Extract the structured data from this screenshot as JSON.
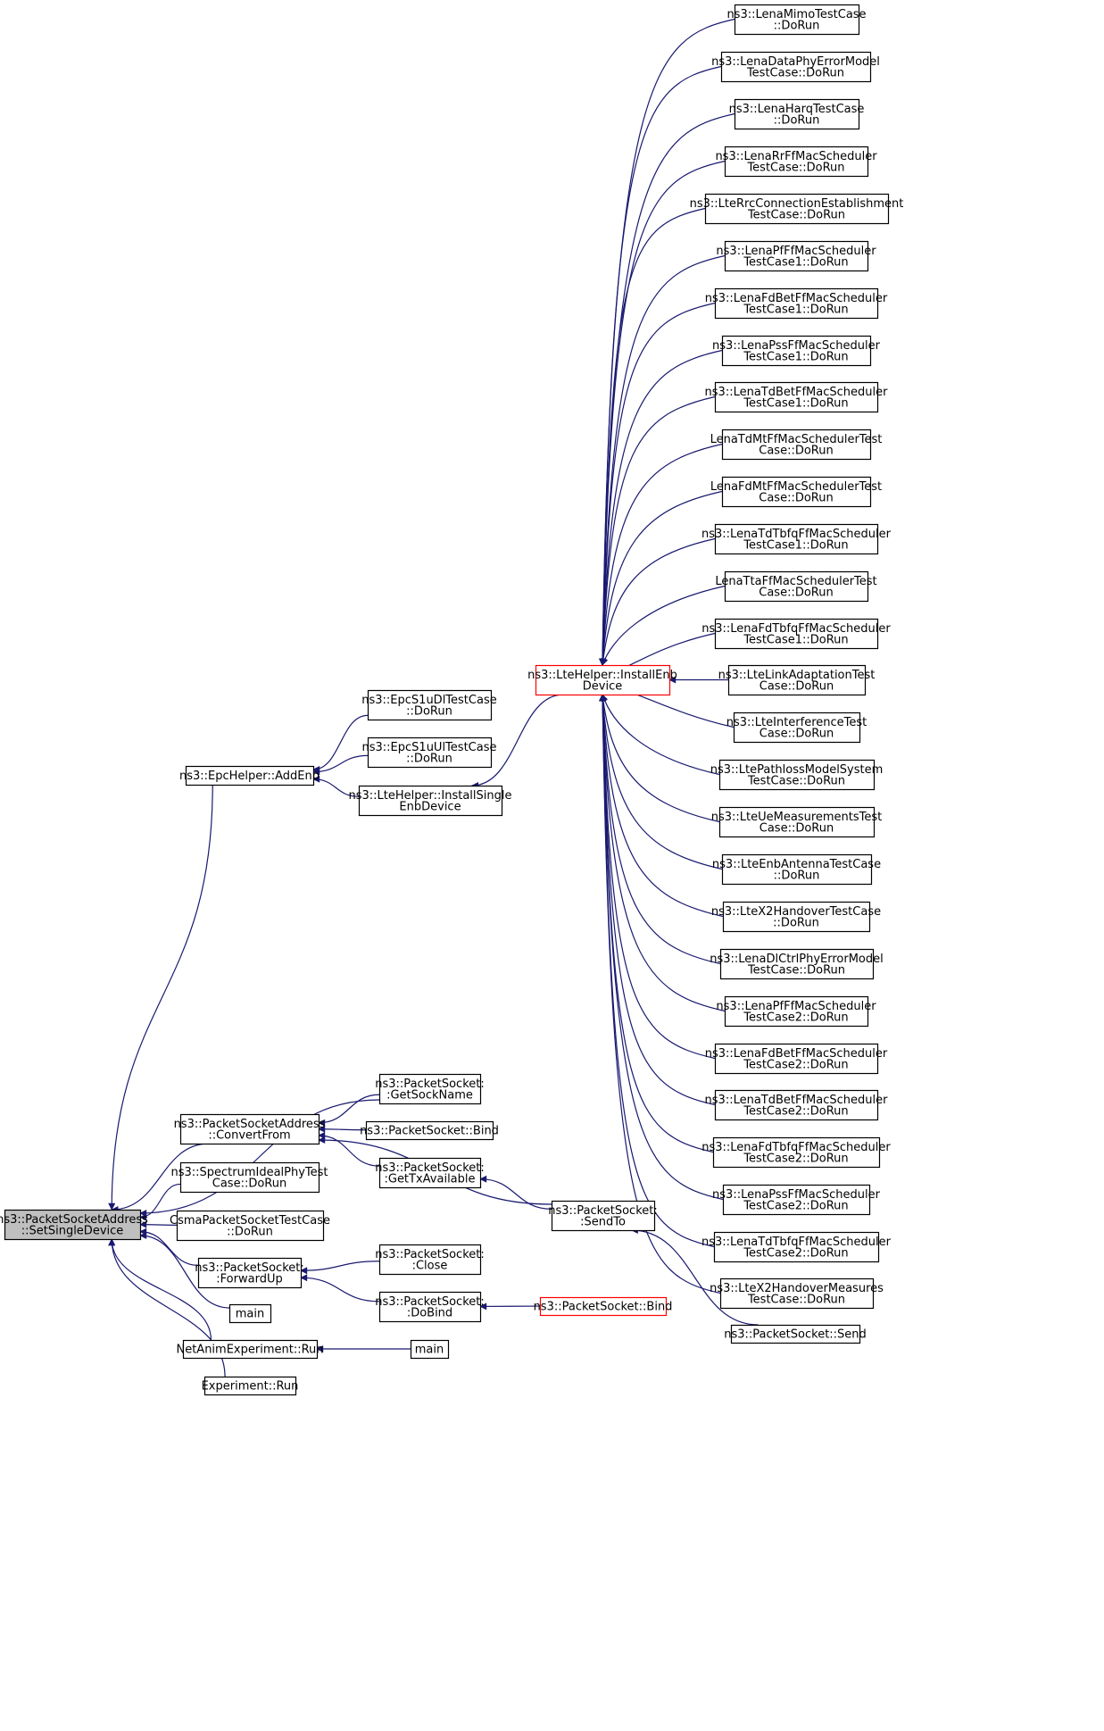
{
  "graph": {
    "edge_color": "#191970",
    "focus_fill": "#bfbfbf",
    "truncated_border_color": "#ff0000",
    "nodes": [
      {
        "id": "n0",
        "lines": [
          "ns3::PacketSocketAddress",
          "::SetSingleDevice"
        ],
        "focus": true
      },
      {
        "id": "n1",
        "lines": [
          "ns3::EpcHelper::AddEnb"
        ]
      },
      {
        "id": "n2",
        "lines": [
          "ns3::EpcS1uDlTestCase",
          "::DoRun"
        ]
      },
      {
        "id": "n3",
        "lines": [
          "ns3::EpcS1uUlTestCase",
          "::DoRun"
        ]
      },
      {
        "id": "n4",
        "lines": [
          "ns3::LteHelper::InstallSingle",
          "EnbDevice"
        ]
      },
      {
        "id": "n5",
        "lines": [
          "ns3::LteHelper::InstallEnb",
          "Device"
        ],
        "truncated": true
      },
      {
        "id": "r0",
        "lines": [
          "ns3::LenaMimoTestCase",
          "::DoRun"
        ]
      },
      {
        "id": "r1",
        "lines": [
          "ns3::LenaDataPhyErrorModel",
          "TestCase::DoRun"
        ]
      },
      {
        "id": "r2",
        "lines": [
          "ns3::LenaHarqTestCase",
          "::DoRun"
        ]
      },
      {
        "id": "r3",
        "lines": [
          "ns3::LenaRrFfMacScheduler",
          "TestCase::DoRun"
        ]
      },
      {
        "id": "r4",
        "lines": [
          "ns3::LteRrcConnectionEstablishment",
          "TestCase::DoRun"
        ]
      },
      {
        "id": "r5",
        "lines": [
          "ns3::LenaPfFfMacScheduler",
          "TestCase1::DoRun"
        ]
      },
      {
        "id": "r6",
        "lines": [
          "ns3::LenaFdBetFfMacScheduler",
          "TestCase1::DoRun"
        ]
      },
      {
        "id": "r7",
        "lines": [
          "ns3::LenaPssFfMacScheduler",
          "TestCase1::DoRun"
        ]
      },
      {
        "id": "r8",
        "lines": [
          "ns3::LenaTdBetFfMacScheduler",
          "TestCase1::DoRun"
        ]
      },
      {
        "id": "r9",
        "lines": [
          "LenaTdMtFfMacSchedulerTest",
          "Case::DoRun"
        ]
      },
      {
        "id": "r10",
        "lines": [
          "LenaFdMtFfMacSchedulerTest",
          "Case::DoRun"
        ]
      },
      {
        "id": "r11",
        "lines": [
          "ns3::LenaTdTbfqFfMacScheduler",
          "TestCase1::DoRun"
        ]
      },
      {
        "id": "r12",
        "lines": [
          "LenaTtaFfMacSchedulerTest",
          "Case::DoRun"
        ]
      },
      {
        "id": "r13",
        "lines": [
          "ns3::LenaFdTbfqFfMacScheduler",
          "TestCase1::DoRun"
        ]
      },
      {
        "id": "r14",
        "lines": [
          "ns3::LteLinkAdaptationTest",
          "Case::DoRun"
        ]
      },
      {
        "id": "r15",
        "lines": [
          "ns3::LteInterferenceTest",
          "Case::DoRun"
        ]
      },
      {
        "id": "r16",
        "lines": [
          "ns3::LtePathlossModelSystem",
          "TestCase::DoRun"
        ]
      },
      {
        "id": "r17",
        "lines": [
          "ns3::LteUeMeasurementsTest",
          "Case::DoRun"
        ]
      },
      {
        "id": "r18",
        "lines": [
          "ns3::LteEnbAntennaTestCase",
          "::DoRun"
        ]
      },
      {
        "id": "r19",
        "lines": [
          "ns3::LteX2HandoverTestCase",
          "::DoRun"
        ]
      },
      {
        "id": "r20",
        "lines": [
          "ns3::LenaDlCtrlPhyErrorModel",
          "TestCase::DoRun"
        ]
      },
      {
        "id": "r21",
        "lines": [
          "ns3::LenaPfFfMacScheduler",
          "TestCase2::DoRun"
        ]
      },
      {
        "id": "r22",
        "lines": [
          "ns3::LenaFdBetFfMacScheduler",
          "TestCase2::DoRun"
        ]
      },
      {
        "id": "r23",
        "lines": [
          "ns3::LenaTdBetFfMacScheduler",
          "TestCase2::DoRun"
        ]
      },
      {
        "id": "r24",
        "lines": [
          "ns3::LenaFdTbfqFfMacScheduler",
          "TestCase2::DoRun"
        ]
      },
      {
        "id": "r25",
        "lines": [
          "ns3::LenaPssFfMacScheduler",
          "TestCase2::DoRun"
        ]
      },
      {
        "id": "r26",
        "lines": [
          "ns3::LenaTdTbfqFfMacScheduler",
          "TestCase2::DoRun"
        ]
      },
      {
        "id": "r27",
        "lines": [
          "ns3::LteX2HandoverMeasures",
          "TestCase::DoRun"
        ]
      },
      {
        "id": "r28",
        "lines": [
          "ns3::PacketSocket::Send"
        ]
      },
      {
        "id": "c1",
        "lines": [
          "ns3::PacketSocketAddress",
          "::ConvertFrom"
        ]
      },
      {
        "id": "c2",
        "lines": [
          "ns3::SpectrumIdealPhyTest",
          "Case::DoRun"
        ]
      },
      {
        "id": "c3",
        "lines": [
          "CsmaPacketSocketTestCase",
          "::DoRun"
        ]
      },
      {
        "id": "c4",
        "lines": [
          "ns3::PacketSocket:",
          ":ForwardUp"
        ]
      },
      {
        "id": "c5",
        "lines": [
          "main"
        ]
      },
      {
        "id": "c6",
        "lines": [
          "NetAnimExperiment::Run"
        ]
      },
      {
        "id": "c7",
        "lines": [
          "Experiment::Run"
        ]
      },
      {
        "id": "d1",
        "lines": [
          "ns3::PacketSocket:",
          ":GetSockName"
        ]
      },
      {
        "id": "d2",
        "lines": [
          "ns3::PacketSocket::Bind"
        ]
      },
      {
        "id": "d3",
        "lines": [
          "ns3::PacketSocket:",
          ":GetTxAvailable"
        ]
      },
      {
        "id": "d4",
        "lines": [
          "ns3::PacketSocket:",
          ":SendTo"
        ]
      },
      {
        "id": "d5",
        "lines": [
          "ns3::PacketSocket:",
          ":Close"
        ]
      },
      {
        "id": "d6",
        "lines": [
          "ns3::PacketSocket:",
          ":DoBind"
        ]
      },
      {
        "id": "d7",
        "lines": [
          "ns3::PacketSocket::Bind"
        ],
        "truncated": true
      },
      {
        "id": "d8",
        "lines": [
          "main"
        ]
      }
    ],
    "edges": [
      {
        "from": "n1",
        "to": "n0"
      },
      {
        "from": "n2",
        "to": "n1"
      },
      {
        "from": "n3",
        "to": "n1"
      },
      {
        "from": "n4",
        "to": "n1"
      },
      {
        "from": "n5",
        "to": "n4"
      },
      {
        "from": "r0",
        "to": "n5"
      },
      {
        "from": "r1",
        "to": "n5"
      },
      {
        "from": "r2",
        "to": "n5"
      },
      {
        "from": "r3",
        "to": "n5"
      },
      {
        "from": "r4",
        "to": "n5"
      },
      {
        "from": "r5",
        "to": "n5"
      },
      {
        "from": "r6",
        "to": "n5"
      },
      {
        "from": "r7",
        "to": "n5"
      },
      {
        "from": "r8",
        "to": "n5"
      },
      {
        "from": "r9",
        "to": "n5"
      },
      {
        "from": "r10",
        "to": "n5"
      },
      {
        "from": "r11",
        "to": "n5"
      },
      {
        "from": "r12",
        "to": "n5"
      },
      {
        "from": "r13",
        "to": "n5"
      },
      {
        "from": "r14",
        "to": "n5"
      },
      {
        "from": "r15",
        "to": "n5"
      },
      {
        "from": "r16",
        "to": "n5"
      },
      {
        "from": "r17",
        "to": "n5"
      },
      {
        "from": "r18",
        "to": "n5"
      },
      {
        "from": "r19",
        "to": "n5"
      },
      {
        "from": "r20",
        "to": "n5"
      },
      {
        "from": "r21",
        "to": "n5"
      },
      {
        "from": "r22",
        "to": "n5"
      },
      {
        "from": "r23",
        "to": "n5"
      },
      {
        "from": "r24",
        "to": "n5"
      },
      {
        "from": "r25",
        "to": "n5"
      },
      {
        "from": "r26",
        "to": "n5"
      },
      {
        "from": "r27",
        "to": "n5"
      },
      {
        "from": "c1",
        "to": "n0"
      },
      {
        "from": "c2",
        "to": "n0"
      },
      {
        "from": "c3",
        "to": "n0"
      },
      {
        "from": "c4",
        "to": "n0"
      },
      {
        "from": "c5",
        "to": "n0"
      },
      {
        "from": "c6",
        "to": "n0"
      },
      {
        "from": "c7",
        "to": "n0"
      },
      {
        "from": "d1",
        "to": "n0"
      },
      {
        "from": "d1",
        "to": "c1"
      },
      {
        "from": "d2",
        "to": "c1"
      },
      {
        "from": "d3",
        "to": "c1"
      },
      {
        "from": "d4",
        "to": "c1"
      },
      {
        "from": "d4",
        "to": "d3"
      },
      {
        "from": "r28",
        "to": "d4"
      },
      {
        "from": "d5",
        "to": "c4"
      },
      {
        "from": "d6",
        "to": "c4"
      },
      {
        "from": "d7",
        "to": "d6"
      },
      {
        "from": "d8",
        "to": "c6"
      }
    ]
  }
}
